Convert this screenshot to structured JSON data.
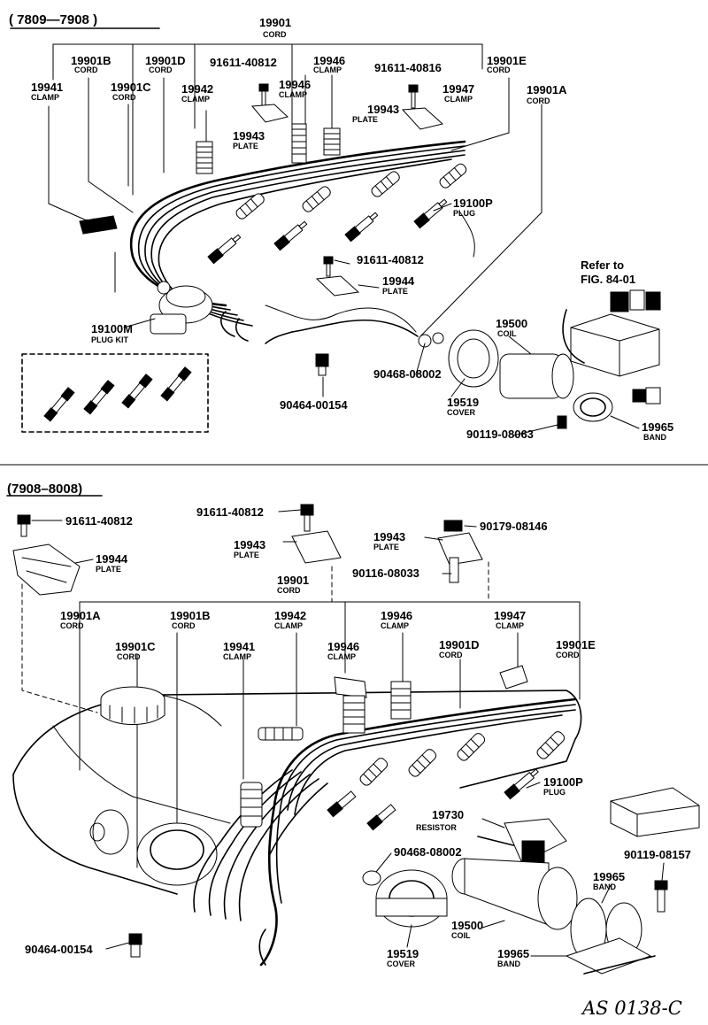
{
  "sections": [
    {
      "id": "top",
      "label": "( 7809—7908 )"
    },
    {
      "id": "bottom",
      "label": "(7908–8008)"
    }
  ],
  "reference": {
    "line1": "Refer to",
    "line2": "FIG. 84-01"
  },
  "footer_code": "AS 0138-C",
  "callouts_top": [
    {
      "part": "19901",
      "name": "CORD"
    },
    {
      "part": "19901B",
      "name": "CORD"
    },
    {
      "part": "19901D",
      "name": "CORD"
    },
    {
      "part": "91611-40812",
      "name": ""
    },
    {
      "part": "19946",
      "name": "CLAMP"
    },
    {
      "part": "91611-40816",
      "name": ""
    },
    {
      "part": "19901E",
      "name": "CORD"
    },
    {
      "part": "19941",
      "name": "CLAMP"
    },
    {
      "part": "19901C",
      "name": "CORD"
    },
    {
      "part": "19942",
      "name": "CLAMP"
    },
    {
      "part": "19946",
      "name": "CLAMP"
    },
    {
      "part": "19943",
      "name": "PLATE"
    },
    {
      "part": "19947",
      "name": "CLAMP"
    },
    {
      "part": "19901A",
      "name": "CORD"
    },
    {
      "part": "19943",
      "name": "PLATE"
    },
    {
      "part": "19100P",
      "name": "PLUG"
    },
    {
      "part": "91611-40812",
      "name": ""
    },
    {
      "part": "19944",
      "name": "PLATE"
    },
    {
      "part": "19100M",
      "name": "PLUG KIT"
    },
    {
      "part": "19500",
      "name": "COIL"
    },
    {
      "part": "90468-08002",
      "name": ""
    },
    {
      "part": "19519",
      "name": "COVER"
    },
    {
      "part": "90464-00154",
      "name": ""
    },
    {
      "part": "90119-08063",
      "name": ""
    },
    {
      "part": "19965",
      "name": "BAND"
    }
  ],
  "callouts_bottom": [
    {
      "part": "91611-40812",
      "name": ""
    },
    {
      "part": "91611-40812",
      "name": ""
    },
    {
      "part": "19943",
      "name": "PLATE"
    },
    {
      "part": "19943",
      "name": "PLATE"
    },
    {
      "part": "90179-08146",
      "name": ""
    },
    {
      "part": "19944",
      "name": "PLATE"
    },
    {
      "part": "90116-08033",
      "name": ""
    },
    {
      "part": "19901",
      "name": "CORD"
    },
    {
      "part": "19901A",
      "name": "CORD"
    },
    {
      "part": "19901B",
      "name": "CORD"
    },
    {
      "part": "19942",
      "name": "CLAMP"
    },
    {
      "part": "19946",
      "name": "CLAMP"
    },
    {
      "part": "19947",
      "name": "CLAMP"
    },
    {
      "part": "19901C",
      "name": "CORD"
    },
    {
      "part": "19941",
      "name": "CLAMP"
    },
    {
      "part": "19946",
      "name": "CLAMP"
    },
    {
      "part": "19901D",
      "name": "CORD"
    },
    {
      "part": "19901E",
      "name": "CORD"
    },
    {
      "part": "19100P",
      "name": "PLUG"
    },
    {
      "part": "19730",
      "name": "RESISTOR"
    },
    {
      "part": "90468-08002",
      "name": ""
    },
    {
      "part": "90119-08157",
      "name": ""
    },
    {
      "part": "19965",
      "name": "BAND"
    },
    {
      "part": "19500",
      "name": "COIL"
    },
    {
      "part": "90464-00154",
      "name": ""
    },
    {
      "part": "19519",
      "name": "COVER"
    },
    {
      "part": "19965",
      "name": "BAND"
    }
  ]
}
